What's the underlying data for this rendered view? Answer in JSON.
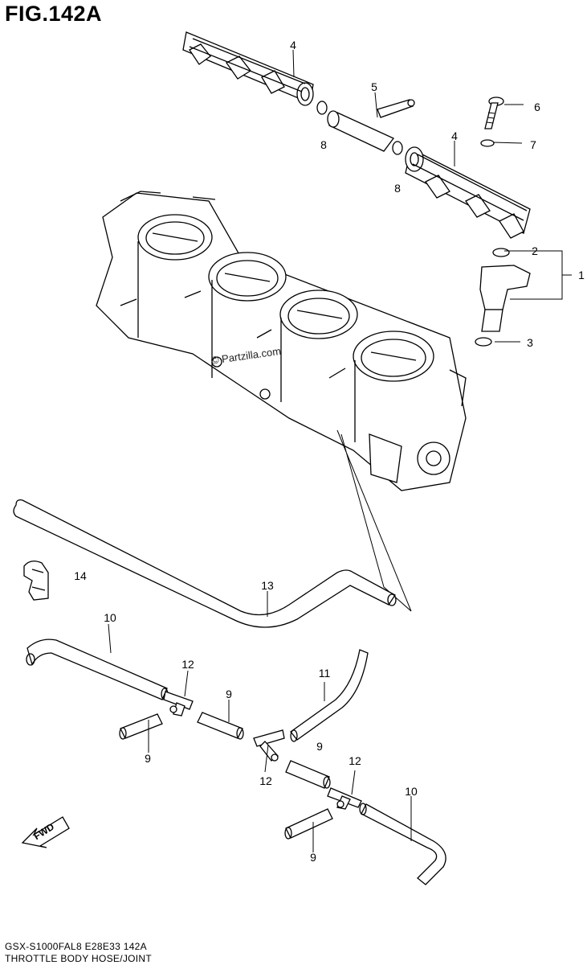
{
  "figure": {
    "title": "FIG.142A",
    "model_code": "GSX-S1000FAL8  E28E33  142A",
    "section_name": "THROTTLE BODY HOSE/JOINT",
    "watermark": "© Partzilla.com",
    "fwd_label": "FWD"
  },
  "callouts": {
    "c1": "1",
    "c2": "2",
    "c3": "3",
    "c4a": "4",
    "c4b": "4",
    "c5": "5",
    "c6": "6",
    "c7": "7",
    "c8a": "8",
    "c8b": "8",
    "c9a": "9",
    "c9b": "9",
    "c9c": "9",
    "c9d": "9",
    "c10a": "10",
    "c10b": "10",
    "c11": "11",
    "c12a": "12",
    "c12b": "12",
    "c12c": "12",
    "c13": "13",
    "c14": "14"
  },
  "icons": {
    "direction_arrow": "fwd-arrow-icon",
    "watermark_symbol": "copyright-icon"
  }
}
